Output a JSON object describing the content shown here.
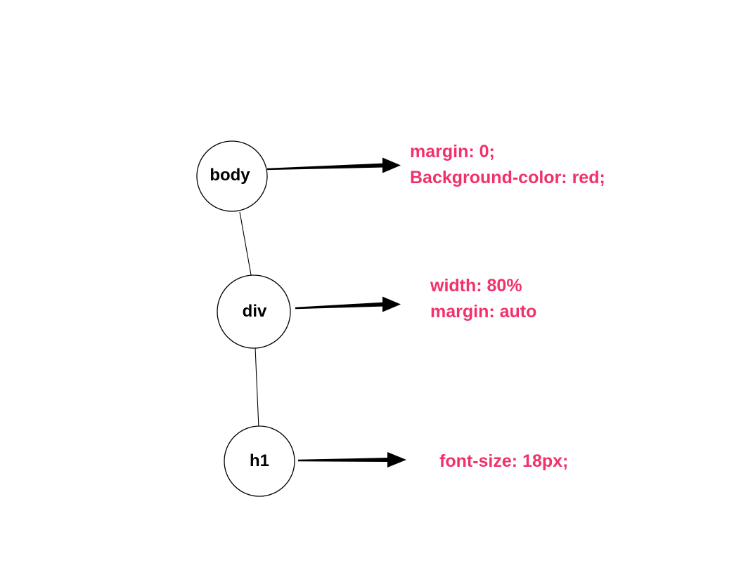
{
  "diagram": {
    "nodes": [
      {
        "id": "body",
        "label": "body"
      },
      {
        "id": "div",
        "label": "div"
      },
      {
        "id": "h1",
        "label": "h1"
      }
    ],
    "rules": [
      {
        "node": "body",
        "lines": [
          "margin: 0;",
          "Background-color: red;"
        ]
      },
      {
        "node": "div",
        "lines": [
          "width: 80%",
          "margin: auto"
        ]
      },
      {
        "node": "h1",
        "lines": [
          "font-size: 18px;"
        ]
      }
    ],
    "colors": {
      "rule_text": "#f2316b",
      "node_stroke": "#000000",
      "arrow": "#000000"
    }
  }
}
